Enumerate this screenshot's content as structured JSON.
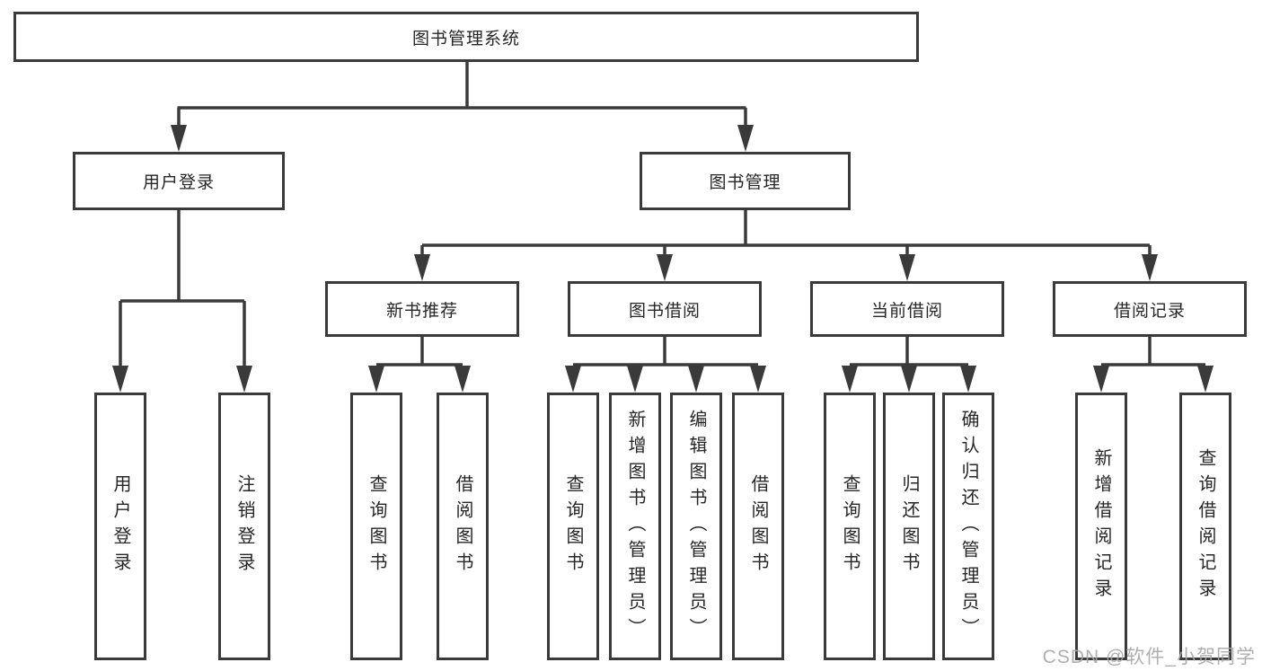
{
  "diagram_type": "hierarchy-tree",
  "colors": {
    "line": "#3a3a3a",
    "box_border": "#3a3a3a",
    "text": "#262626",
    "background": "#ffffff",
    "watermark": "#a6a6a6"
  },
  "watermark": "CSDN @软件_小贺同学",
  "tree": {
    "label": "图书管理系统",
    "children": [
      {
        "label": "用户登录",
        "children": [
          {
            "label": "用户登录"
          },
          {
            "label": "注销登录"
          }
        ]
      },
      {
        "label": "图书管理",
        "children": [
          {
            "label": "新书推荐",
            "children": [
              {
                "label": "查询图书"
              },
              {
                "label": "借阅图书"
              }
            ]
          },
          {
            "label": "图书借阅",
            "children": [
              {
                "label": "查询图书"
              },
              {
                "label": "新增图书（管理员）"
              },
              {
                "label": "编辑图书（管理员）"
              },
              {
                "label": "借阅图书"
              }
            ]
          },
          {
            "label": "当前借阅",
            "children": [
              {
                "label": "查询图书"
              },
              {
                "label": "归还图书"
              },
              {
                "label": "确认归还（管理员）"
              }
            ]
          },
          {
            "label": "借阅记录",
            "children": [
              {
                "label": "新增借阅记录"
              },
              {
                "label": "查询借阅记录"
              }
            ]
          }
        ]
      }
    ]
  }
}
